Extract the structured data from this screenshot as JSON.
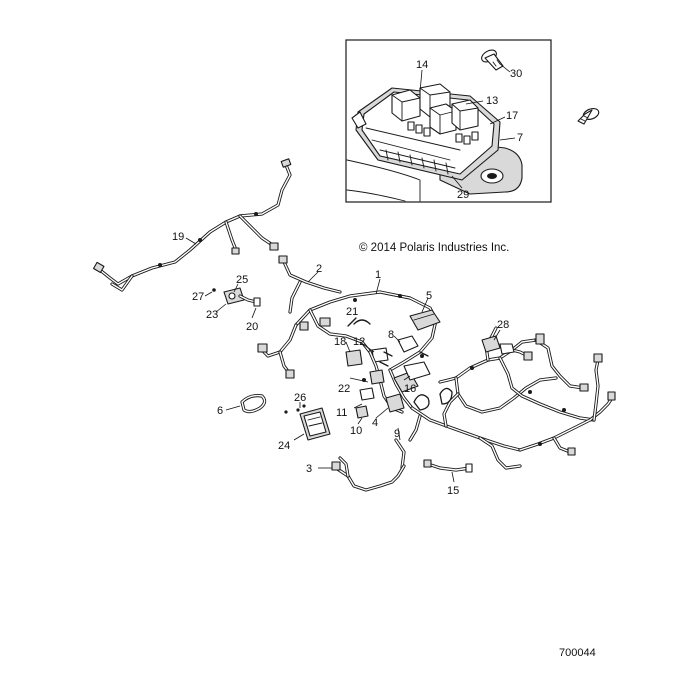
{
  "copyright": "© 2014 Polaris Industries Inc.",
  "reference_number": "700044",
  "callouts": {
    "c1": "1",
    "c2": "2",
    "c3": "3",
    "c4": "4",
    "c5": "5",
    "c6": "6",
    "c7": "7",
    "c8": "8",
    "c9": "9",
    "c10": "10",
    "c11": "11",
    "c12": "12",
    "c13": "13",
    "c14": "14",
    "c15": "15",
    "c16": "16",
    "c17": "17",
    "c18": "18",
    "c19": "19",
    "c20": "20",
    "c21": "21",
    "c22": "22",
    "c23": "23",
    "c24": "24",
    "c25": "25",
    "c26": "26",
    "c27": "27",
    "c28": "28",
    "c29": "29",
    "c30": "30"
  }
}
